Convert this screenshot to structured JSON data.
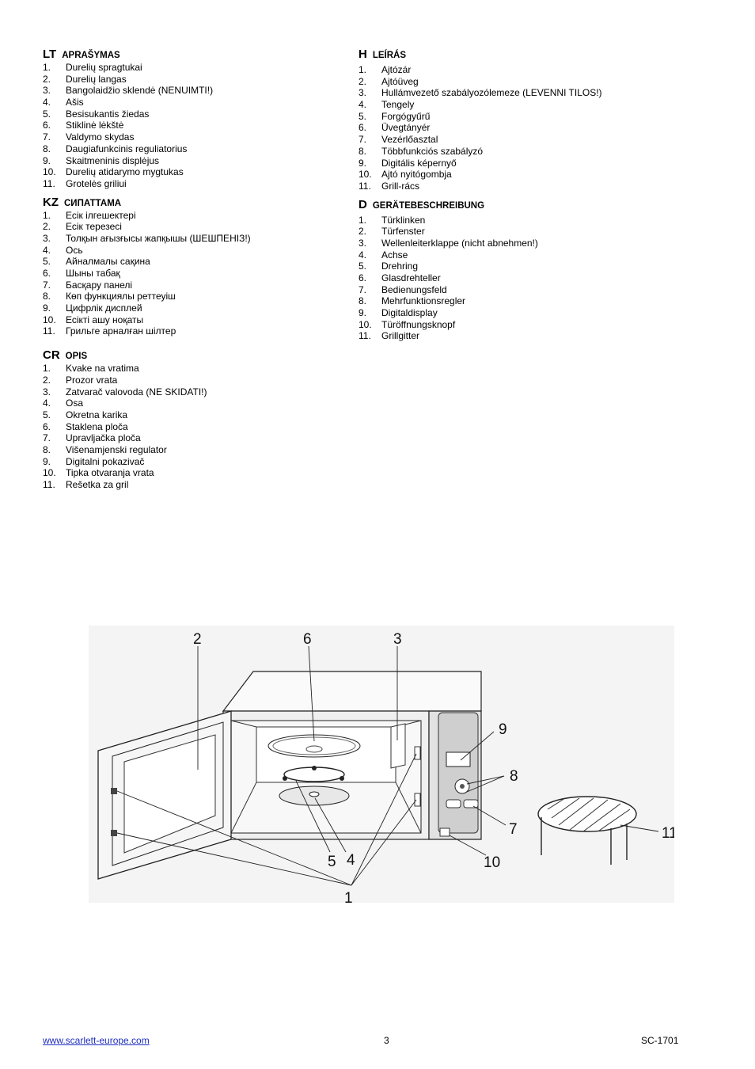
{
  "sections": [
    {
      "code": "LT",
      "title": "APRAŠYMAS",
      "items": [
        "Durelių spragtukai",
        "Durelių langas",
        "Bangolaidžio sklendė (NENUIMTI!)",
        "Ašis",
        "Besisukantis žiedas",
        "Stiklinė lėkštė",
        "Valdymo skydas",
        "Daugiafunkcinis reguliatorius",
        "Skaitmeninis displėjus",
        "Durelių atidarymo mygtukas",
        "Grotelės griliui"
      ]
    },
    {
      "code": "KZ",
      "title": "СИПАТТАМА",
      "items": [
        "Есік ілгешектері",
        "Есік терезесі",
        "Толқын ағызғысы жапқышы (ШЕШПЕНІЗ!)",
        "Ось",
        "Айналмалы сақина",
        "Шыны табақ",
        "Басқару панелі",
        "Көп функциялы реттеуіш",
        "Цифрлік дисплей",
        "Есікті ашу ноқаты",
        "Грильге арналған шілтер"
      ]
    },
    {
      "code": "CR",
      "title": "OPIS",
      "items": [
        "Kvake na vratima",
        "Prozor vrata",
        "Zatvarač valovoda (NE SKIDATI!)",
        "Osa",
        "Okretna karika",
        "Staklena ploča",
        "Upravljačka ploča",
        "Višenamjenski regulator",
        "Digitalni pokazivač",
        "Tipka otvaranja vrata",
        "Rešetka za gril"
      ]
    },
    {
      "code": "H",
      "title": "LEÍRÁS",
      "items": [
        "Ajtózár",
        "Ajtóüveg",
        "Hullámvezető szabályozólemeze (LEVENNI TILOS!)",
        "Tengely",
        "Forgógyűrű",
        "Üvegtányér",
        "Vezérlőasztal",
        "Többfunkciós szabályzó",
        "Digitális képernyő",
        "Ajtó nyitógombja",
        "Grill-rács"
      ]
    },
    {
      "code": "D",
      "title": "GERÄTEBESCHREIBUNG",
      "items": [
        "Türklinken",
        "Türfenster",
        "Wellenleiterklappe (nicht abnehmen!)",
        "Achse",
        "Drehring",
        "Glasdrehteller",
        "Bedienungsfeld",
        "Mehrfunktionsregler",
        "Digitaldisplay",
        "Türöffnungsknopf",
        "Grillgitter"
      ]
    }
  ],
  "figure": {
    "callouts": [
      "2",
      "6",
      "3",
      "9",
      "8",
      "7",
      "11",
      "5",
      "4",
      "10",
      "1"
    ]
  },
  "footer": {
    "website": "www.scarlett-europe.com",
    "page": "3",
    "model": "SC-1701"
  }
}
